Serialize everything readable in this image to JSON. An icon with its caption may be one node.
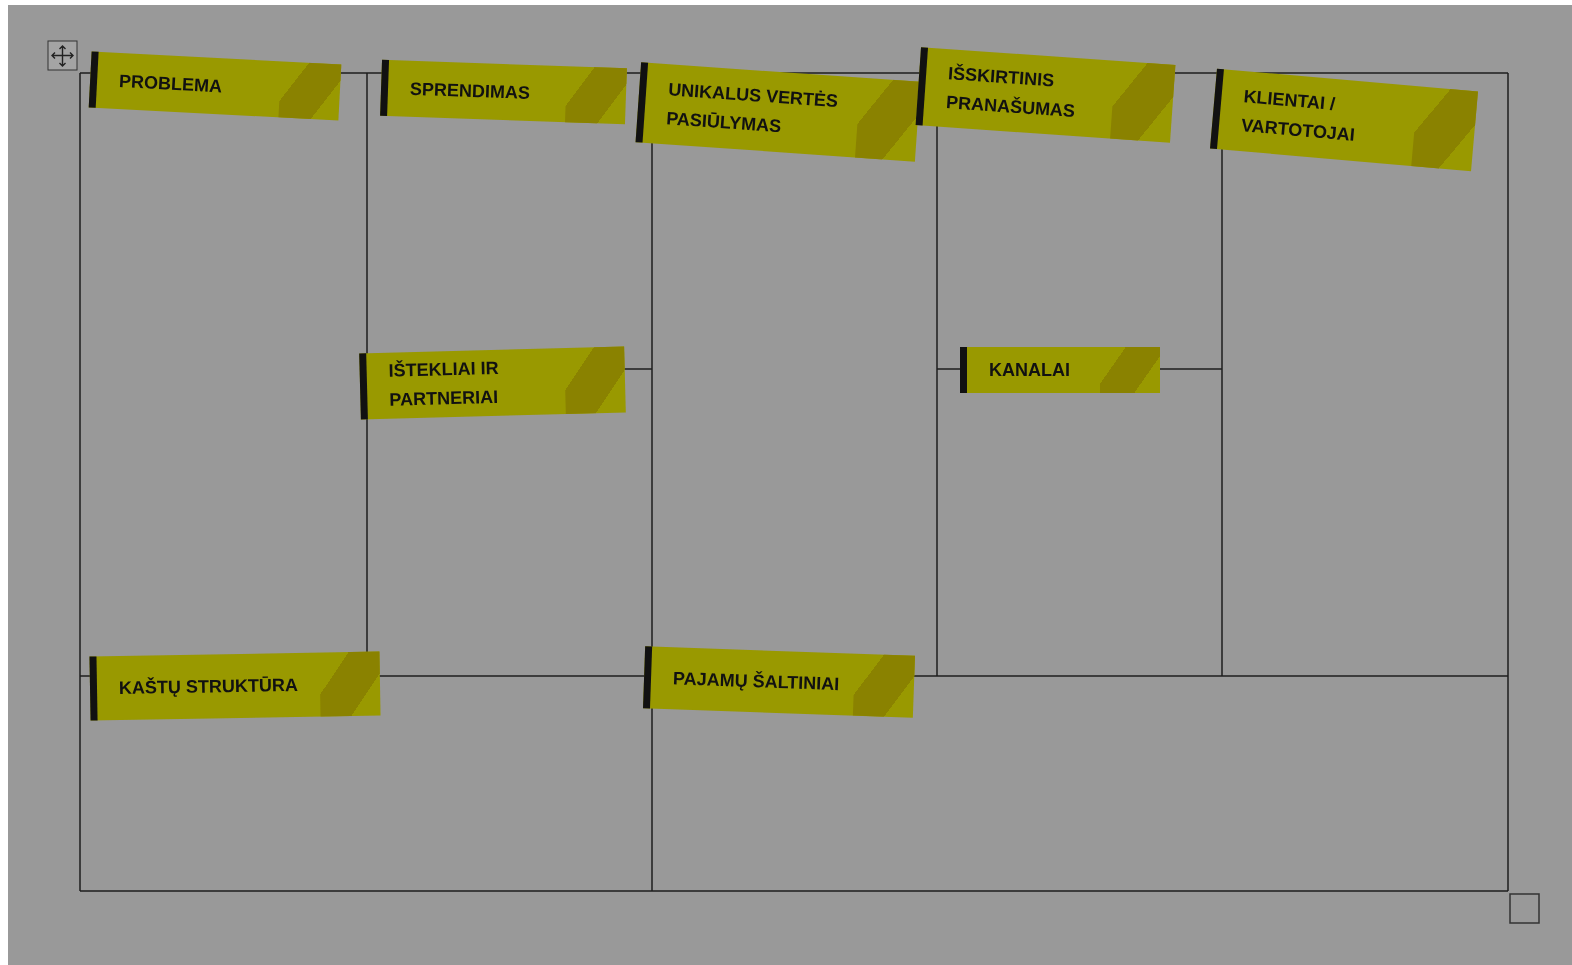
{
  "diagram": {
    "nodes": [
      {
        "text": [
          "PROBLEMA"
        ]
      },
      {
        "text": [
          "SPRENDIMAS"
        ]
      },
      {
        "text": [
          "IŠTEKLIAI IR PARTNERIAI"
        ]
      },
      {
        "text": [
          "UNIKALUS VERTĖS PASIŪLYMAS"
        ]
      },
      {
        "text": [
          "IŠSKIRTINIS PRANAŠUMAS"
        ]
      },
      {
        "text": [
          "KANALAI"
        ]
      },
      {
        "text": [
          "KLIENTAI / VARTOTOJAI"
        ]
      },
      {
        "text": [
          "KAŠTŲ STRUKTŪRA"
        ]
      },
      {
        "text": [
          "PAJAMŲ ŠALTINIAI"
        ]
      }
    ]
  }
}
